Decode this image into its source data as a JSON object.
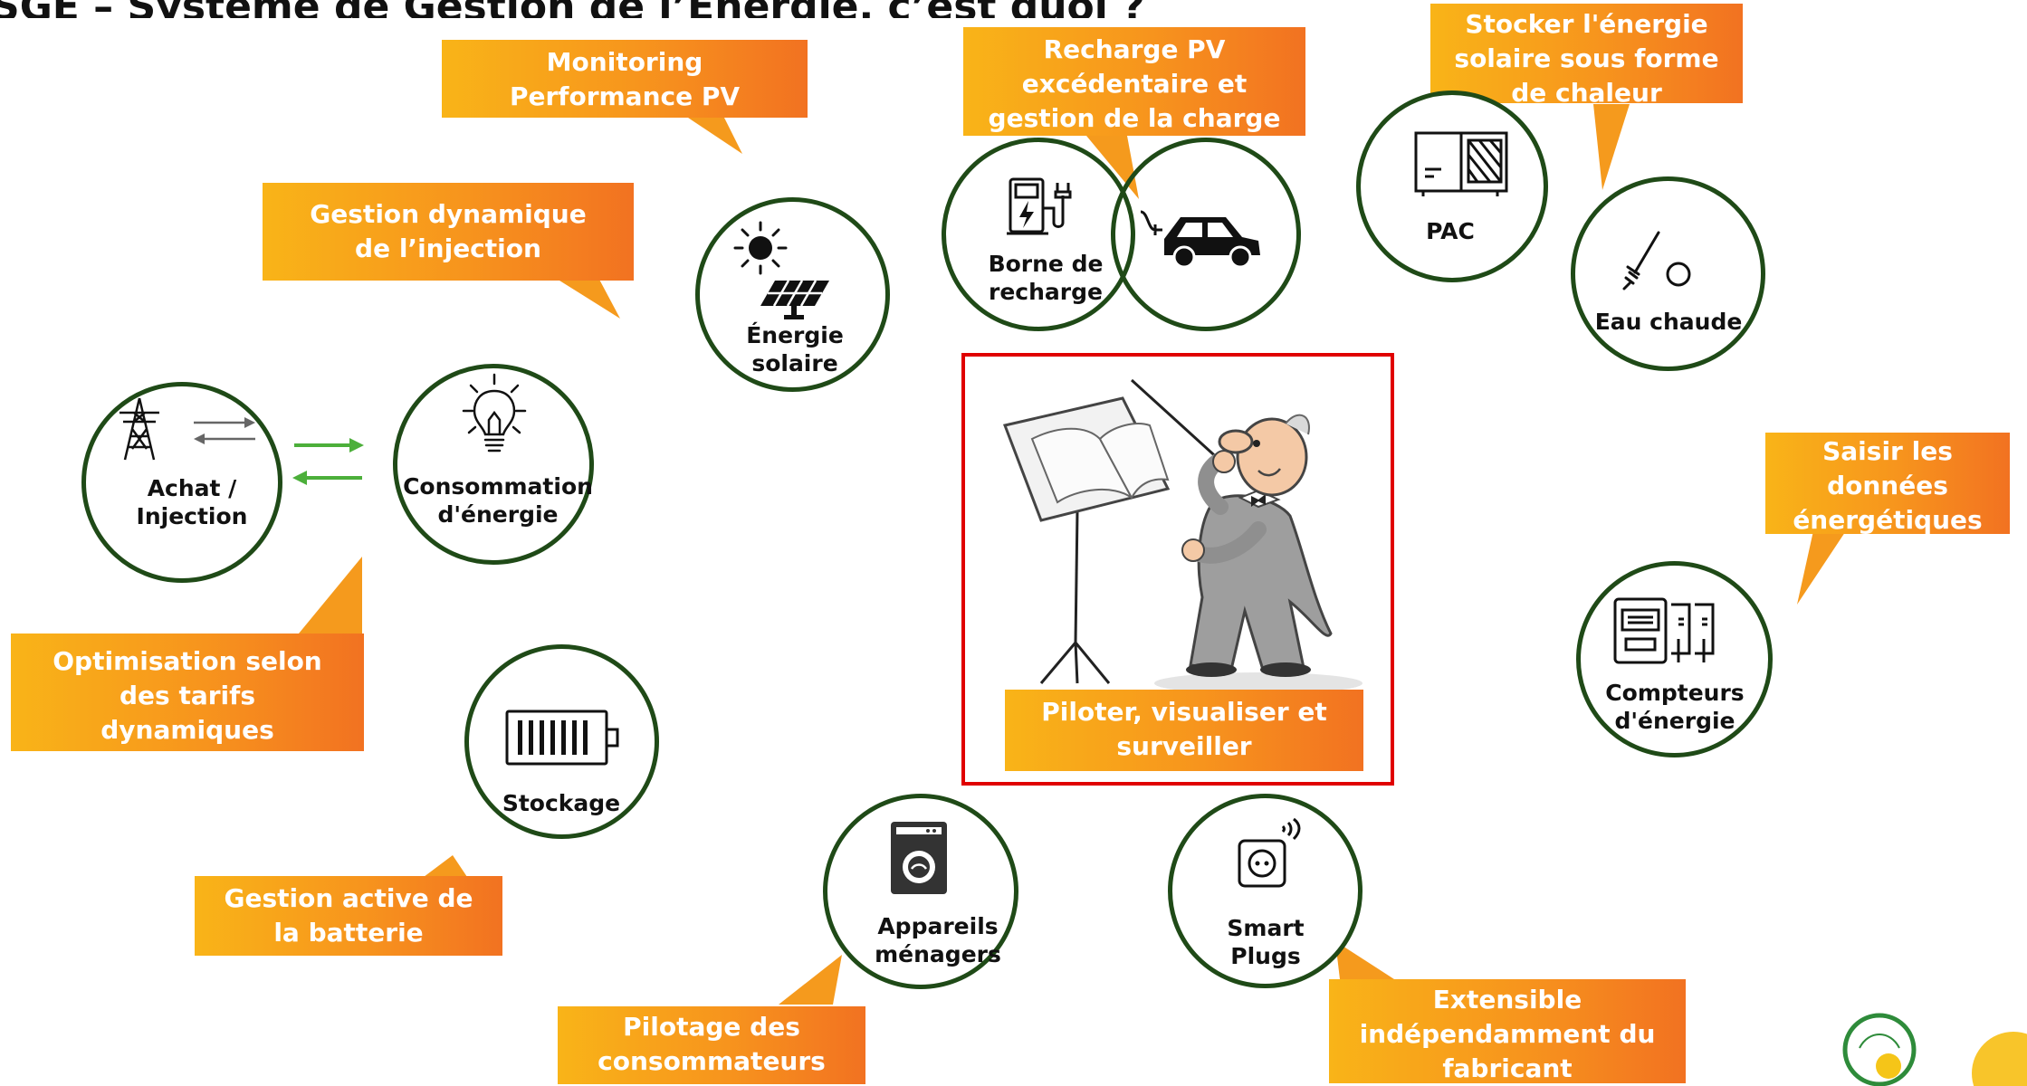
{
  "title": "SGE – Système de Gestion de l’Énergie, c’est quoi ?",
  "callouts": {
    "monitoring": [
      "Monitoring",
      "Performance PV"
    ],
    "recharge": [
      "Recharge PV",
      "excédentaire et",
      "gestion de la charge"
    ],
    "stocker": [
      "Stocker l'énergie",
      "solaire sous forme",
      "de chaleur"
    ],
    "injection": [
      "Gestion dynamique",
      "de l’injection"
    ],
    "saisir": [
      "Saisir les",
      "données",
      "énergétiques"
    ],
    "optimisation": [
      "Optimisation selon",
      "des tarifs",
      "dynamiques"
    ],
    "batterie": [
      "Gestion active de",
      "la batterie"
    ],
    "pilotage": [
      "Pilotage des",
      "consommateurs"
    ],
    "extensible": [
      "Extensible",
      "indépendamment du",
      "fabricant"
    ],
    "center": [
      "Piloter, visualiser et",
      "surveiller"
    ]
  },
  "nodes": {
    "achat": [
      "Achat /",
      "Injection"
    ],
    "consommation": [
      "Consommation",
      "d'énergie"
    ],
    "solaire": [
      "Énergie",
      "solaire"
    ],
    "borne": [
      "Borne de",
      "recharge"
    ],
    "pac": [
      "PAC"
    ],
    "eau": [
      "Eau chaude"
    ],
    "compteurs": [
      "Compteurs",
      "d'énergie"
    ],
    "stockage": [
      "Stockage"
    ],
    "appareils": [
      "Appareils",
      "ménagers"
    ],
    "plugs": [
      "Smart",
      "Plugs"
    ]
  },
  "icons": [
    "power-pylon-icon",
    "exchange-arrows-icon",
    "light-bulb-icon",
    "sun-icon",
    "solar-panel-icon",
    "ev-charger-icon",
    "car-icon",
    "heat-pump-icon",
    "immersion-heater-icon",
    "energy-meter-icon",
    "battery-icon",
    "washing-machine-icon",
    "smart-plug-icon",
    "conductor-illustration"
  ],
  "colors": {
    "accent": "#f7941d",
    "circle_border": "#1f4a17",
    "highlight_frame": "#e00000",
    "arrow_green": "#4caf3a"
  }
}
